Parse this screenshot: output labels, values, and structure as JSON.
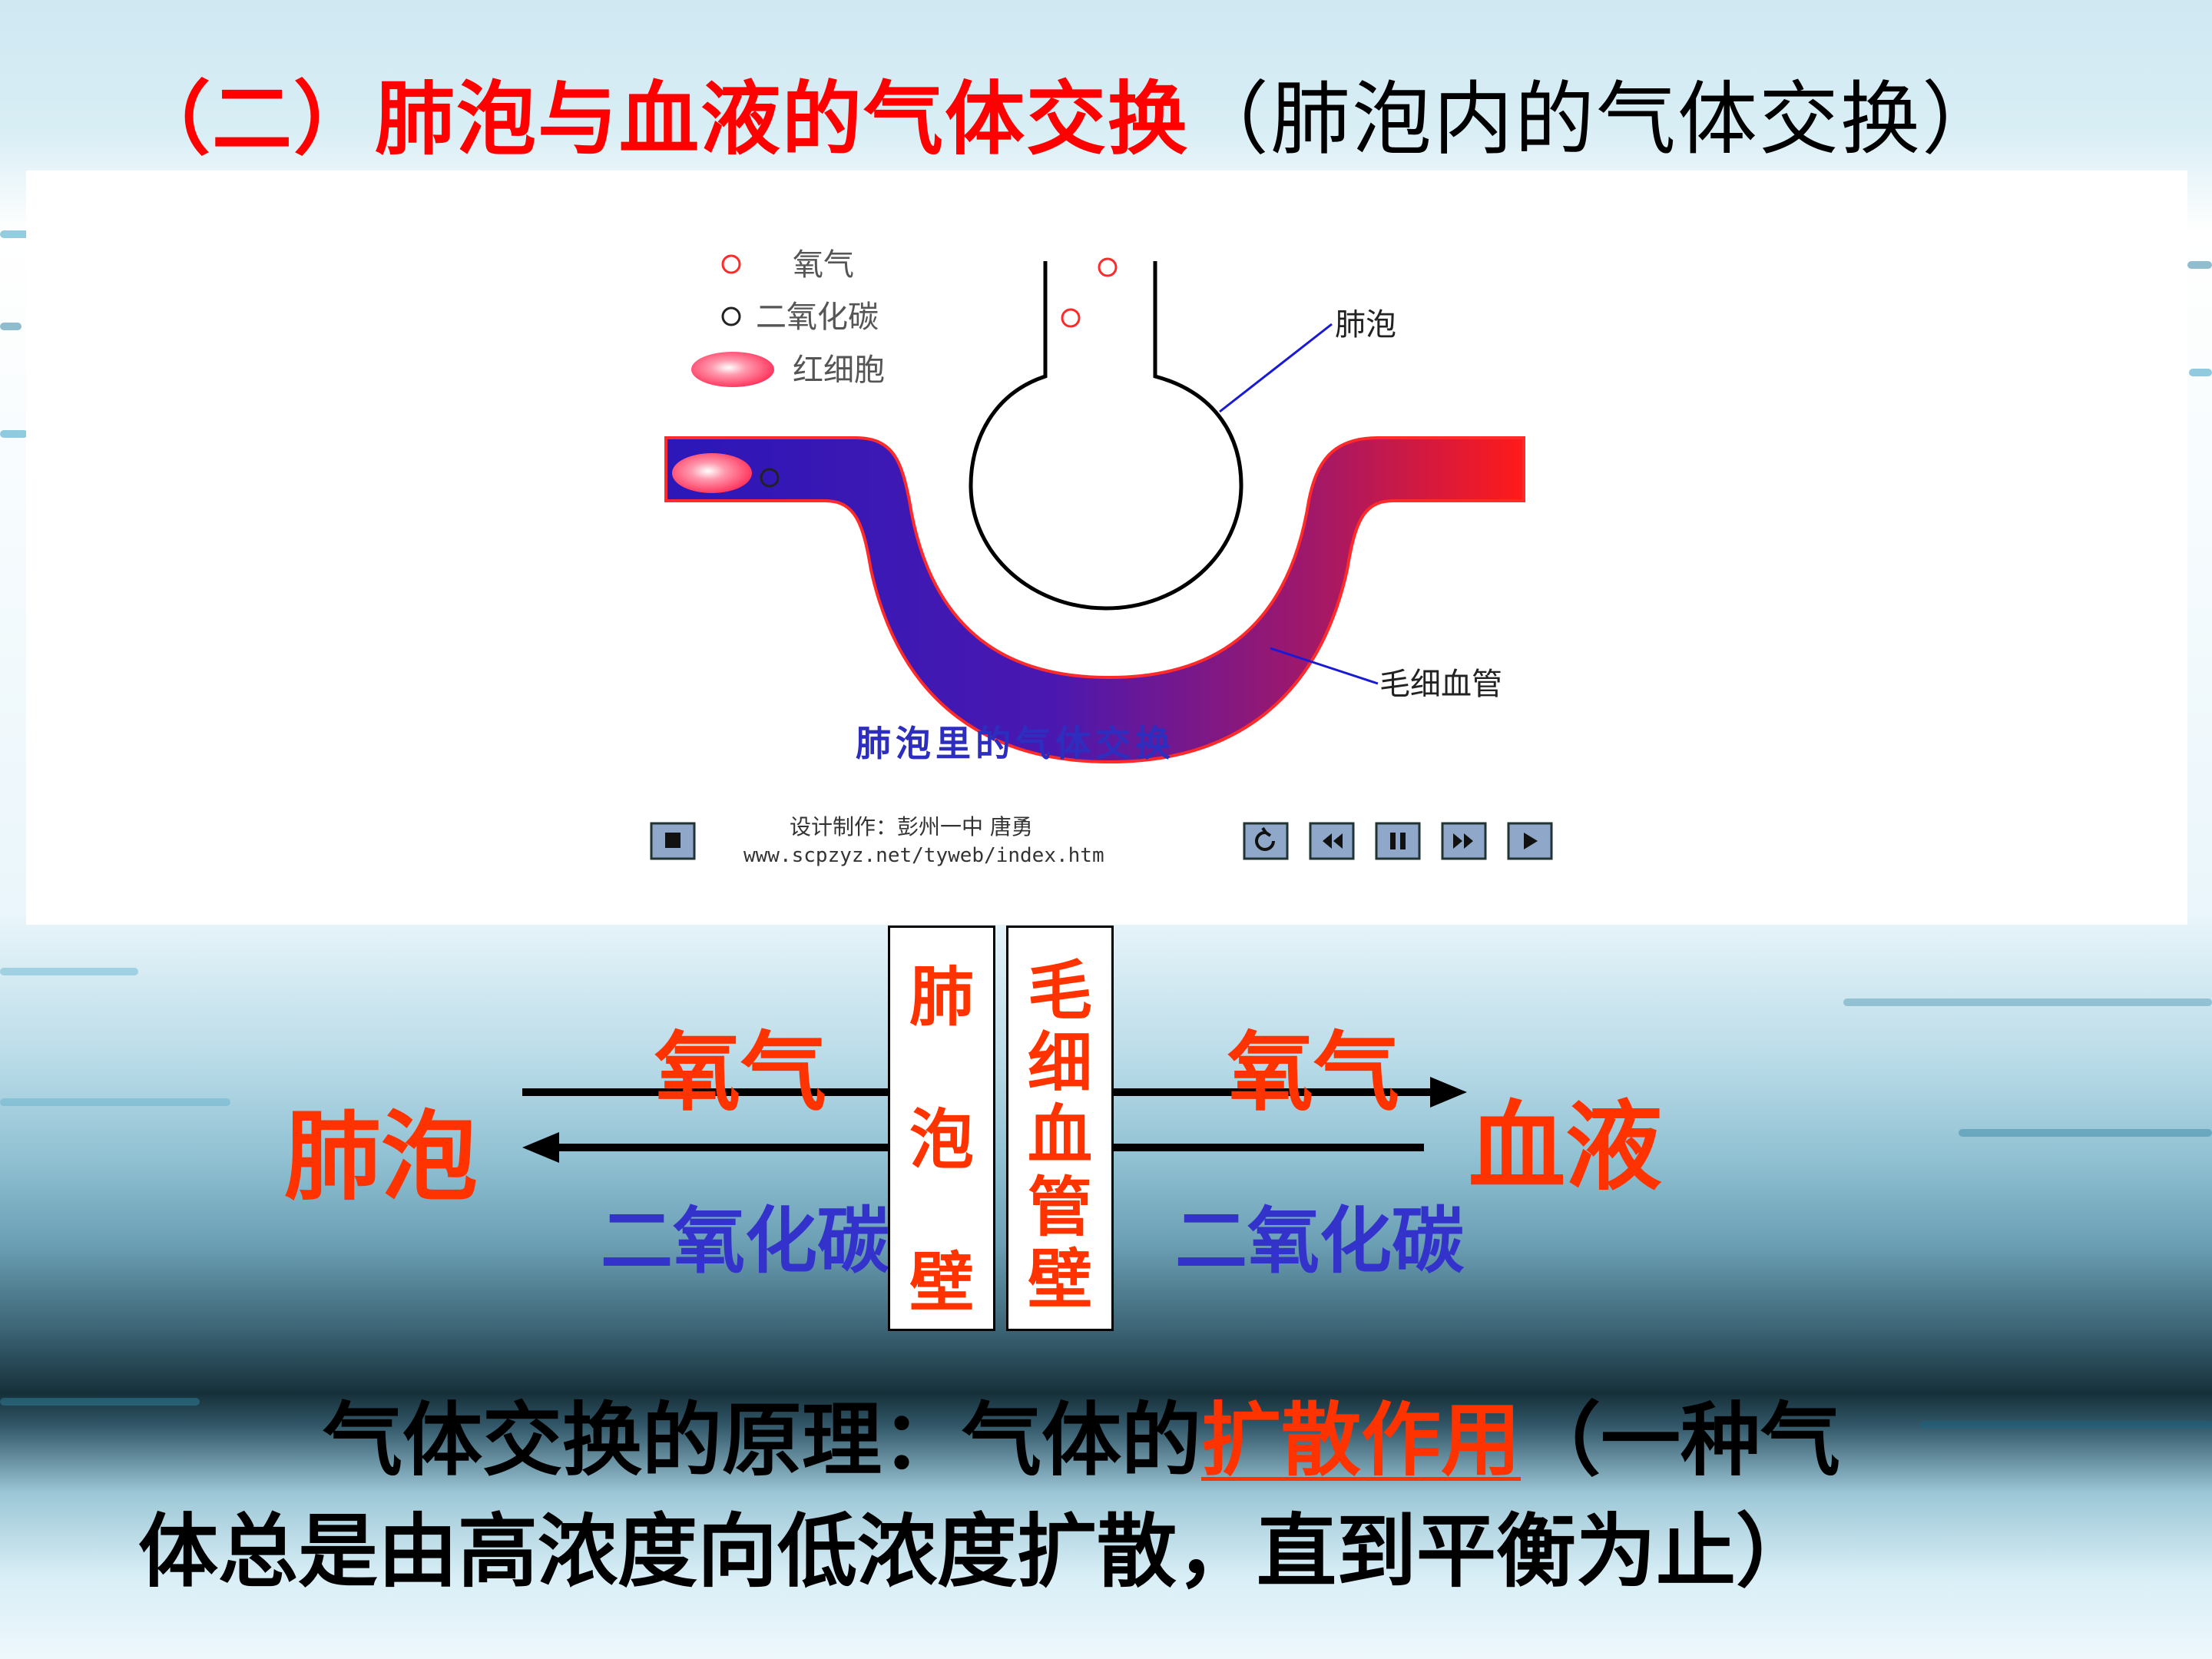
{
  "title": {
    "red_part": "（二）肺泡与血液的气体交换",
    "black_part": "（肺泡内的气体交换）"
  },
  "animation": {
    "legend": {
      "oxygen": "氧气",
      "co2": "二氧化碳",
      "rbc": "红细胞"
    },
    "label_alveolus": "肺泡",
    "label_capillary": "毛细血管",
    "caption": "肺泡里的气体交换",
    "credit_line1": "设计制作：彭州一中   唐勇",
    "credit_line2": "www.scpzyz.net/tyweb/index.htm",
    "colors": {
      "venous": "#2b17b8",
      "arterial": "#ff1a1a",
      "caption": "#2d2dbf",
      "label_line": "#1a1ad6"
    }
  },
  "diagram": {
    "left_label": "肺泡",
    "right_label": "血液",
    "oxygen_left": "氧气",
    "oxygen_right": "氧气",
    "co2_left": "二氧化碳",
    "co2_right": "二氧化碳",
    "wall1": [
      "肺",
      "泡",
      "壁"
    ],
    "wall2": [
      "毛",
      "细",
      "血",
      "管",
      "壁"
    ],
    "colors": {
      "orange_red": "#ff3300",
      "blue": "#3333cc"
    }
  },
  "principle": {
    "prefix": "气体交换的原理：气体的",
    "highlight": "扩散作用",
    "suffix": "（一种气",
    "line2": "体总是由高浓度向低浓度扩散，直到平衡为止）"
  },
  "controls": {
    "buttons": [
      "stop",
      "replay",
      "rewind",
      "pause",
      "fast-forward",
      "play"
    ]
  }
}
